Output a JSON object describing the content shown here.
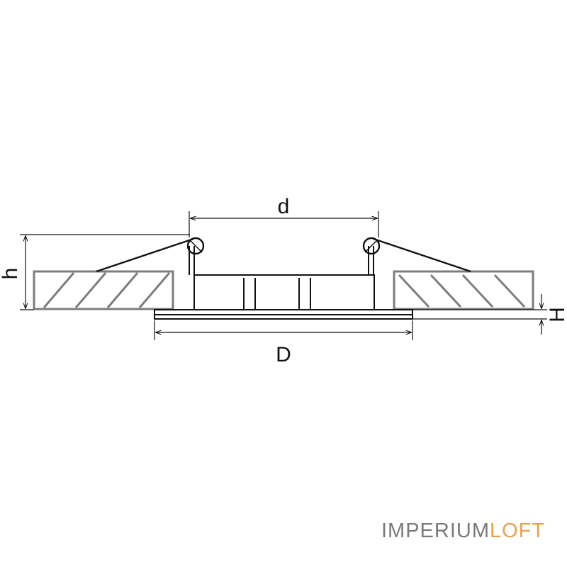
{
  "dimensions": {
    "inner_diameter": "d",
    "outer_diameter": "D",
    "recess_height": "h",
    "flange_height": "H"
  },
  "watermark": {
    "part1": "IMPERIUM",
    "part2": "LOFT"
  },
  "colors": {
    "line": "#111111",
    "ceiling": "#7d7d7d",
    "watermark_main": "#7a7a7a",
    "watermark_accent": "#e8a34a"
  }
}
